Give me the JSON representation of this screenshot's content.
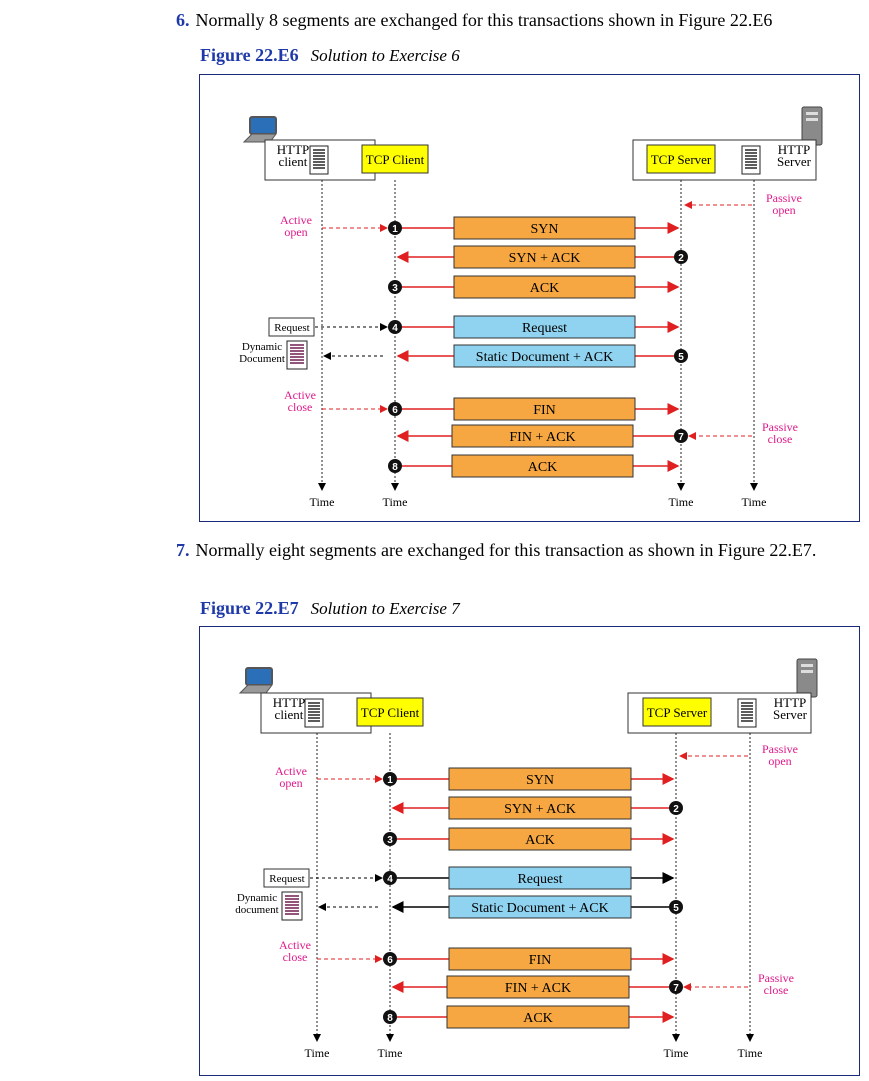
{
  "para6": {
    "number": "6.",
    "text": "Normally 8 segments are exchanged for this transactions shown in Figure 22.E6"
  },
  "fig6": {
    "label": "Figure 22.E6",
    "title": "Solution to Exercise 6"
  },
  "para7": {
    "number": "7.",
    "text": "Normally eight segments are exchanged for this transaction as shown in Figure 22.E7."
  },
  "fig7": {
    "label": "Figure 22.E7",
    "title": "Solution to Exercise 7"
  },
  "diagrams": [
    {
      "http_client_label": [
        "HTTP",
        "client"
      ],
      "tcp_client_label": "TCP Client",
      "tcp_server_label": "TCP Server",
      "http_server_label": [
        "HTTP",
        "Server"
      ],
      "active_open": [
        "Active",
        "open"
      ],
      "passive_open": [
        "Passive",
        "open"
      ],
      "active_close": [
        "Active",
        "close"
      ],
      "passive_close": [
        "Passive",
        "close"
      ],
      "request_box": "Request",
      "dynamic_doc": [
        "Dynamic",
        "Document"
      ],
      "time_label": "Time",
      "segments": [
        {
          "n": "1",
          "label": "SYN",
          "dir": "right",
          "color": "#f7a742"
        },
        {
          "n": "2",
          "label": "SYN + ACK",
          "dir": "left",
          "color": "#f7a742"
        },
        {
          "n": "3",
          "label": "ACK",
          "dir": "right",
          "color": "#f7a742"
        },
        {
          "n": "4",
          "label": "Request",
          "dir": "right",
          "color": "#8fd3f0"
        },
        {
          "n": "5",
          "label": "Static Document + ACK",
          "dir": "left",
          "color": "#8fd3f0"
        },
        {
          "n": "6",
          "label": "FIN",
          "dir": "right",
          "color": "#f7a742"
        },
        {
          "n": "7",
          "label": "FIN + ACK",
          "dir": "left",
          "color": "#f7a742"
        },
        {
          "n": "8",
          "label": "ACK",
          "dir": "right",
          "color": "#f7a742"
        }
      ]
    },
    {
      "http_client_label": [
        "HTTP",
        "client"
      ],
      "tcp_client_label": "TCP Client",
      "tcp_server_label": "TCP Server",
      "http_server_label": [
        "HTTP",
        "Server"
      ],
      "active_open": [
        "Active",
        "open"
      ],
      "passive_open": [
        "Passive",
        "open"
      ],
      "active_close": [
        "Active",
        "close"
      ],
      "passive_close": [
        "Passive",
        "close"
      ],
      "request_box": "Request",
      "dynamic_doc": [
        "Dynamic",
        "document"
      ],
      "time_label": "Time",
      "segments": [
        {
          "n": "1",
          "label": "SYN",
          "dir": "right",
          "color": "#f7a742"
        },
        {
          "n": "2",
          "label": "SYN + ACK",
          "dir": "left",
          "color": "#f7a742"
        },
        {
          "n": "3",
          "label": "ACK",
          "dir": "right",
          "color": "#f7a742"
        },
        {
          "n": "4",
          "label": "Request",
          "dir": "right",
          "color": "#8fd3f0"
        },
        {
          "n": "5",
          "label": "Static Document + ACK",
          "dir": "left",
          "color": "#8fd3f0"
        },
        {
          "n": "6",
          "label": "FIN",
          "dir": "right",
          "color": "#f7a742"
        },
        {
          "n": "7",
          "label": "FIN + ACK",
          "dir": "left",
          "color": "#f7a742"
        },
        {
          "n": "8",
          "label": "ACK",
          "dir": "right",
          "color": "#f7a742"
        }
      ]
    }
  ]
}
